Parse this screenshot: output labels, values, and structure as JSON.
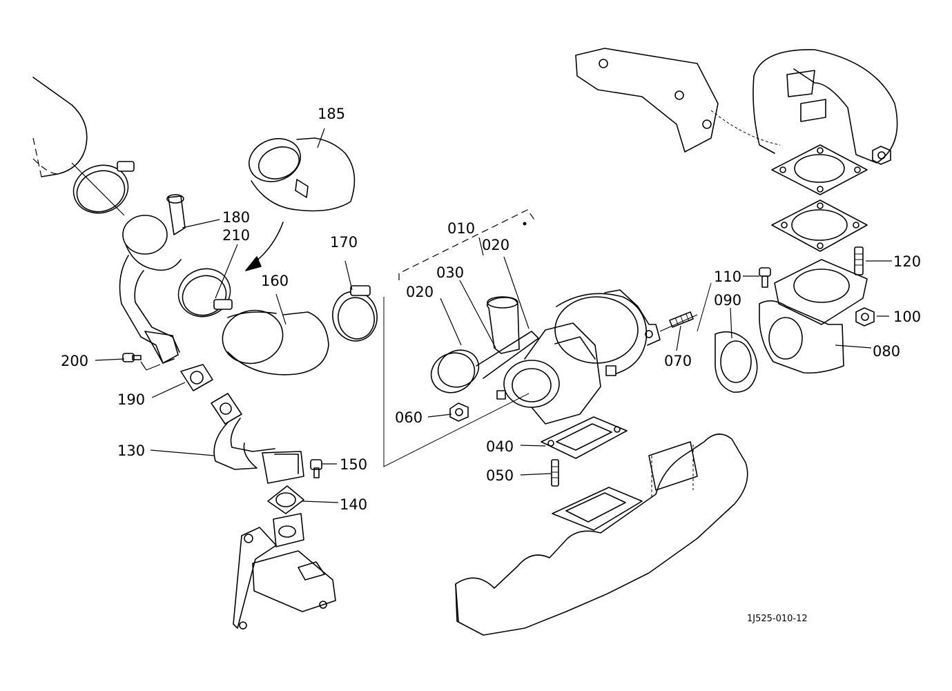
{
  "diagram_code": "1J525-010-12",
  "callouts": {
    "p010": "010",
    "p020a": "020",
    "p020b": "020",
    "p030": "030",
    "p040": "040",
    "p050": "050",
    "p060": "060",
    "p070": "070",
    "p080": "080",
    "p090": "090",
    "p100": "100",
    "p110": "110",
    "p120": "120",
    "p130": "130",
    "p140": "140",
    "p150": "150",
    "p160": "160",
    "p170": "170",
    "p180": "180",
    "p185": "185",
    "p190": "190",
    "p200": "200",
    "p210": "210"
  }
}
